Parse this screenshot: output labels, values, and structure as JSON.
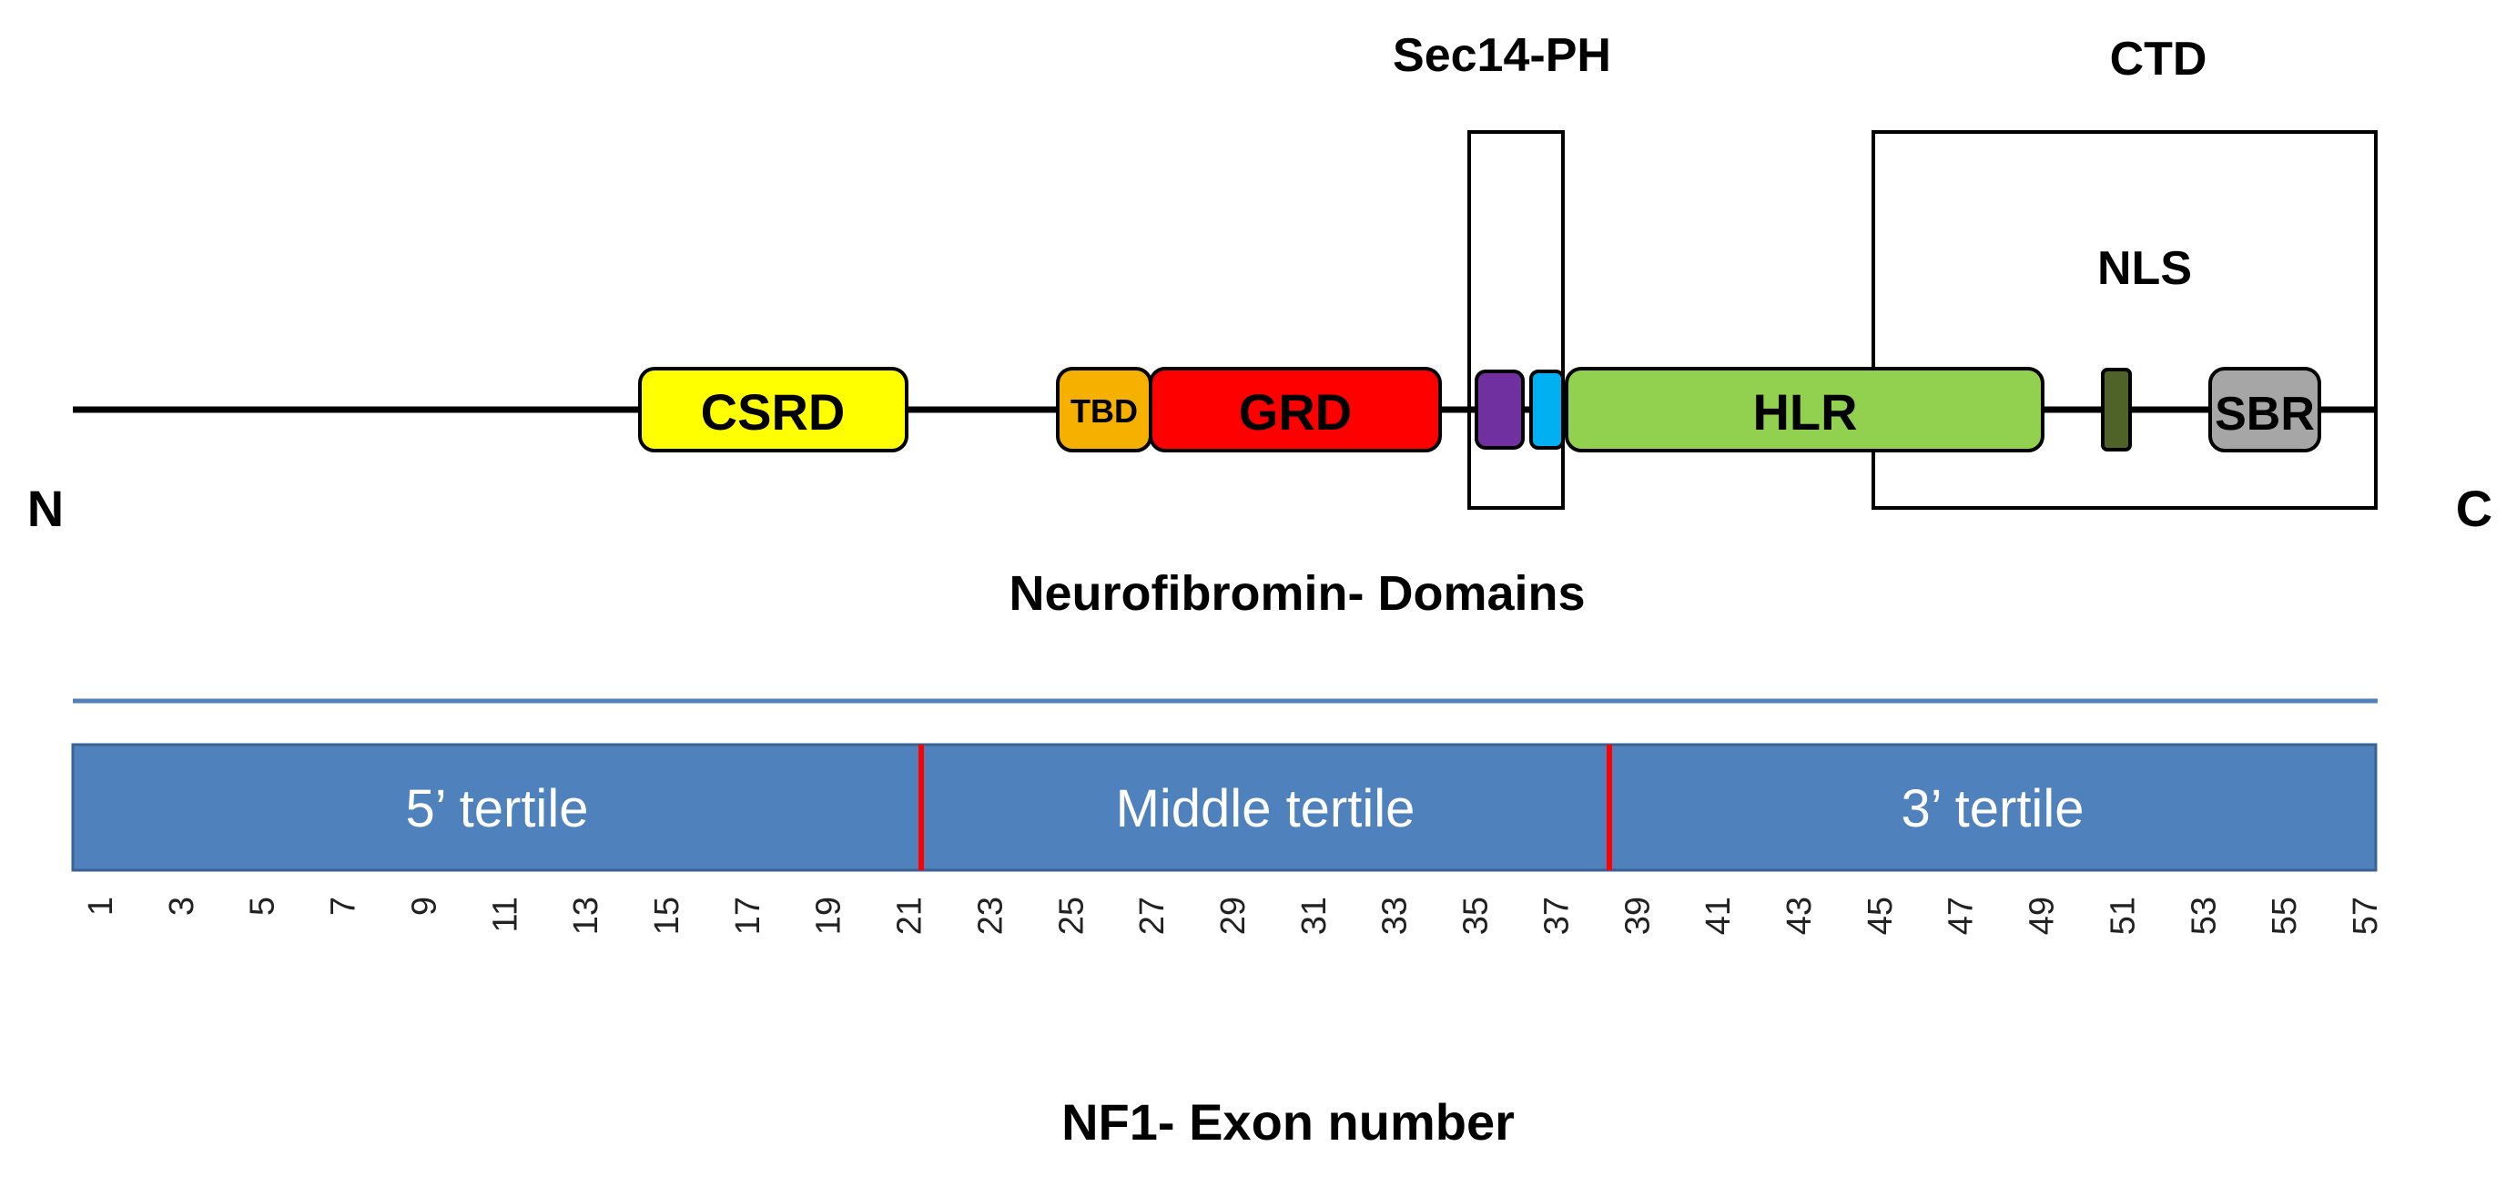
{
  "protein": {
    "n_terminus": "N",
    "c_terminus": "C",
    "title": "Neurofibromin- Domains",
    "domains": [
      {
        "id": "csrd",
        "label": "CSRD",
        "color": "#ffff00"
      },
      {
        "id": "tbd",
        "label": "TBD",
        "color": "#f5b000"
      },
      {
        "id": "grd",
        "label": "GRD",
        "color": "#ff0000"
      },
      {
        "id": "sec14",
        "label": "",
        "color": "#7030a0"
      },
      {
        "id": "ph",
        "label": "",
        "color": "#00b0f0"
      },
      {
        "id": "hlr",
        "label": "HLR",
        "color": "#92d050"
      },
      {
        "id": "nls",
        "label": "",
        "color": "#4f6228"
      },
      {
        "id": "sbr",
        "label": "SBR",
        "color": "#a6a6a6"
      }
    ],
    "regions": [
      {
        "id": "sec14-ph",
        "label": "Sec14-PH"
      },
      {
        "id": "ctd",
        "label": "CTD"
      },
      {
        "id": "nls",
        "label": "NLS"
      }
    ]
  },
  "exon_bar": {
    "fill_color": "#4f81bd",
    "divider_color": "#ff0000",
    "segments": [
      {
        "label": "5’ tertile"
      },
      {
        "label": "Middle tertile"
      },
      {
        "label": "3’ tertile"
      }
    ],
    "exon_ticks": [
      "1",
      "3",
      "5",
      "7",
      "9",
      "11",
      "13",
      "15",
      "17",
      "19",
      "21",
      "23",
      "25",
      "27",
      "29",
      "31",
      "33",
      "35",
      "37",
      "39",
      "41",
      "43",
      "45",
      "47",
      "49",
      "51",
      "53",
      "55",
      "57"
    ],
    "axis_title": "NF1- Exon number"
  }
}
